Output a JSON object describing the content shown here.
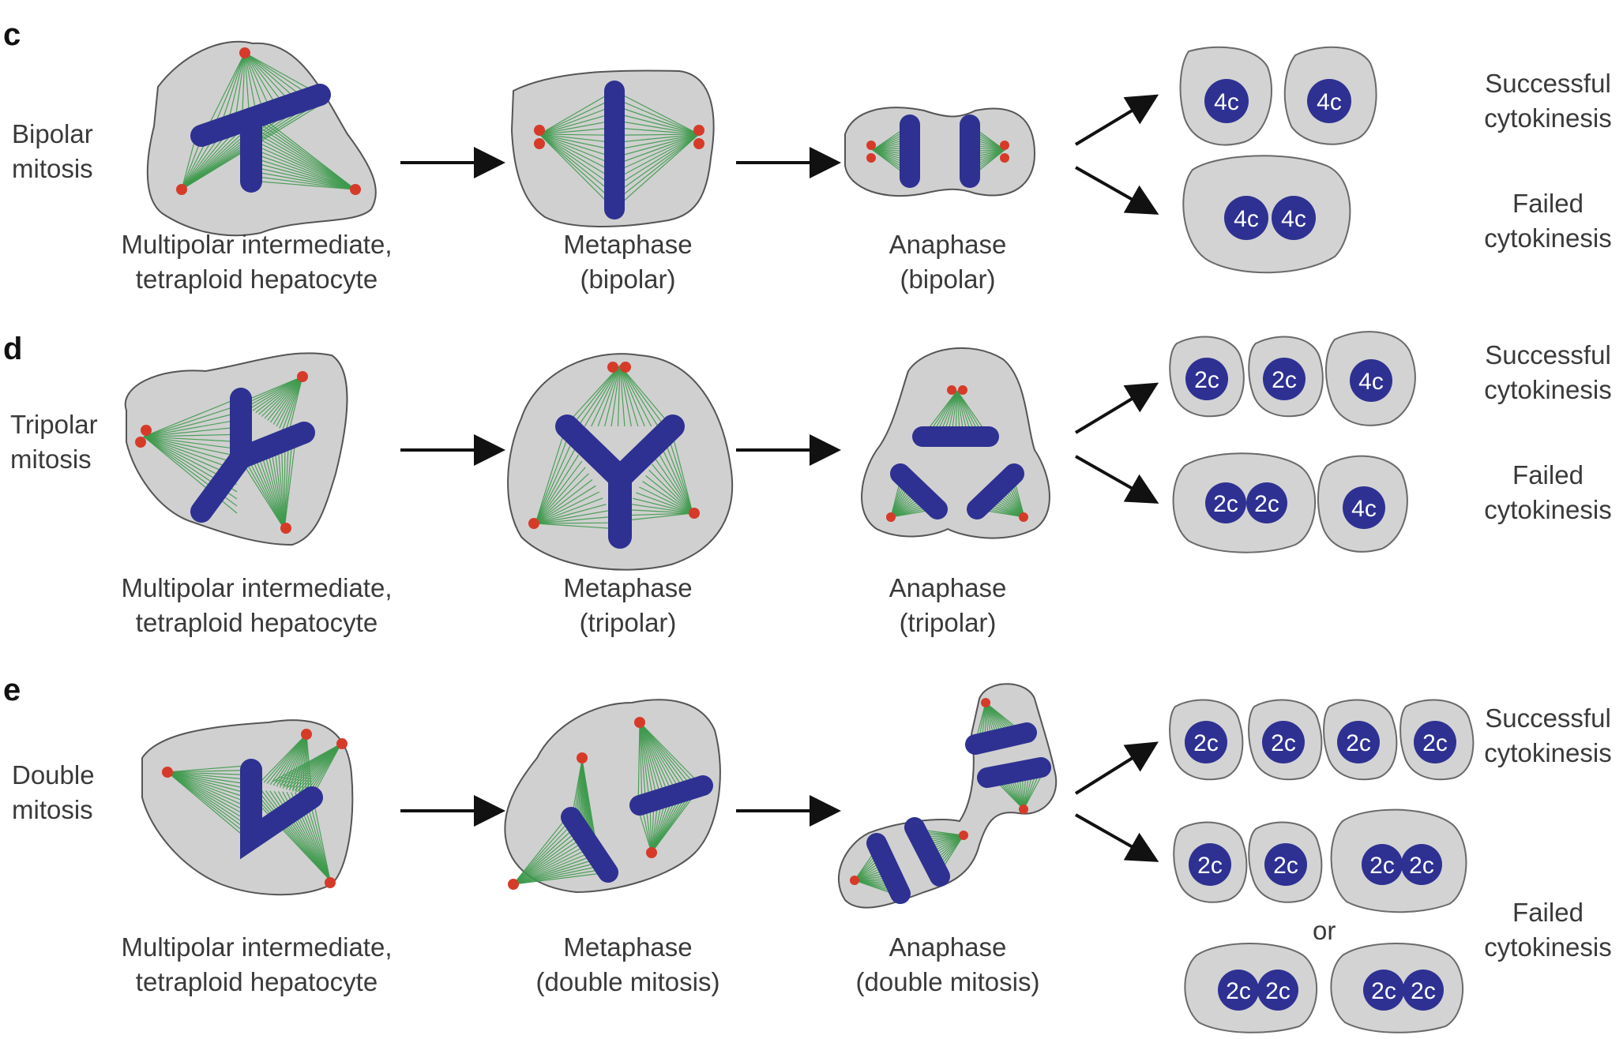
{
  "panels": [
    {
      "letter": "c",
      "row_label": [
        "Bipolar",
        "mitosis"
      ],
      "stages": [
        [
          "Multipolar intermediate,",
          "tetraploid hepatocyte"
        ],
        [
          "Metaphase",
          "(bipolar)"
        ],
        [
          "Anaphase",
          "(bipolar)"
        ]
      ],
      "outcomes": {
        "success": [
          "Successful",
          "cytokinesis"
        ],
        "failed": [
          "Failed",
          "cytokinesis"
        ]
      },
      "daughters_success": [
        [
          "4c"
        ],
        [
          "4c"
        ]
      ],
      "daughters_failed": [
        [
          "4c",
          "4c"
        ]
      ]
    },
    {
      "letter": "d",
      "row_label": [
        "Tripolar",
        "mitosis"
      ],
      "stages": [
        [
          "Multipolar intermediate,",
          "tetraploid hepatocyte"
        ],
        [
          "Metaphase",
          "(tripolar)"
        ],
        [
          "Anaphase",
          "(tripolar)"
        ]
      ],
      "outcomes": {
        "success": [
          "Successful",
          "cytokinesis"
        ],
        "failed": [
          "Failed",
          "cytokinesis"
        ]
      },
      "daughters_success": [
        [
          "2c"
        ],
        [
          "2c"
        ],
        [
          "4c"
        ]
      ],
      "daughters_failed": [
        [
          "2c",
          "2c"
        ],
        [
          "4c"
        ]
      ]
    },
    {
      "letter": "e",
      "row_label": [
        "Double",
        "mitosis"
      ],
      "stages": [
        [
          "Multipolar intermediate,",
          "tetraploid hepatocyte"
        ],
        [
          "Metaphase",
          "(double mitosis)"
        ],
        [
          "Anaphase",
          "(double mitosis)"
        ]
      ],
      "outcomes": {
        "success": [
          "Successful",
          "cytokinesis"
        ],
        "failed": [
          "Failed",
          "cytokinesis"
        ]
      },
      "daughters_success": [
        [
          "2c"
        ],
        [
          "2c"
        ],
        [
          "2c"
        ],
        [
          "2c"
        ]
      ],
      "daughters_failed_option1": [
        [
          "2c"
        ],
        [
          "2c"
        ],
        [
          "2c",
          "2c"
        ]
      ],
      "or_text": "or",
      "daughters_failed_option2": [
        [
          "2c",
          "2c"
        ],
        [
          "2c",
          "2c"
        ]
      ]
    }
  ],
  "colors": {
    "cell_fill": "#d0d0d0",
    "chromosome": "#2e3192",
    "spindle": "#3d9a4c",
    "pole": "#d63b2a"
  }
}
